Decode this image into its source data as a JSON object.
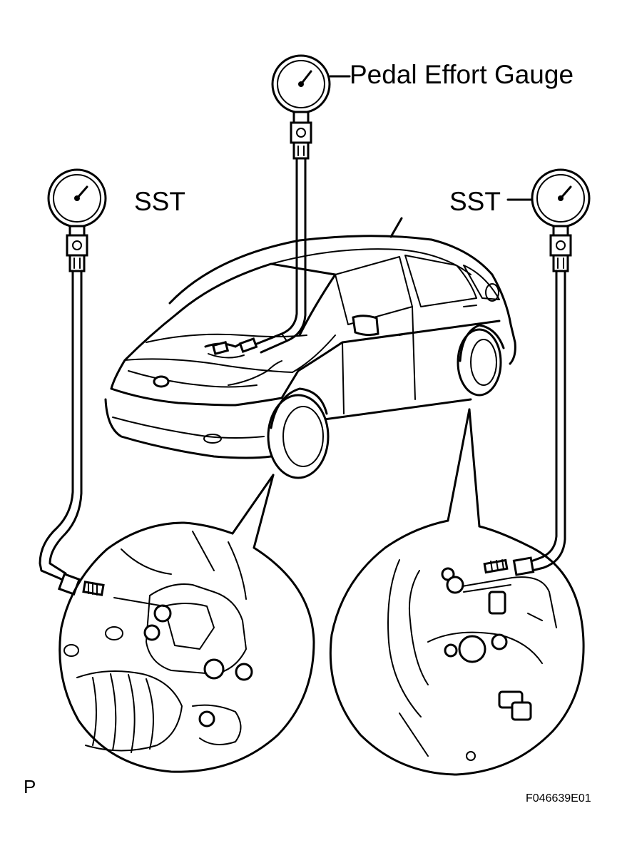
{
  "labels": {
    "pedal_effort_gauge": "Pedal Effort Gauge",
    "sst_left": "SST",
    "sst_right": "SST",
    "corner_letter": "P",
    "figure_code": "F046639E01"
  },
  "colors": {
    "line": "#000000",
    "background": "#ffffff"
  },
  "icons": [
    "pressure-gauge-icon",
    "car-illustration",
    "front-caliper-detail",
    "rear-brake-detail"
  ]
}
